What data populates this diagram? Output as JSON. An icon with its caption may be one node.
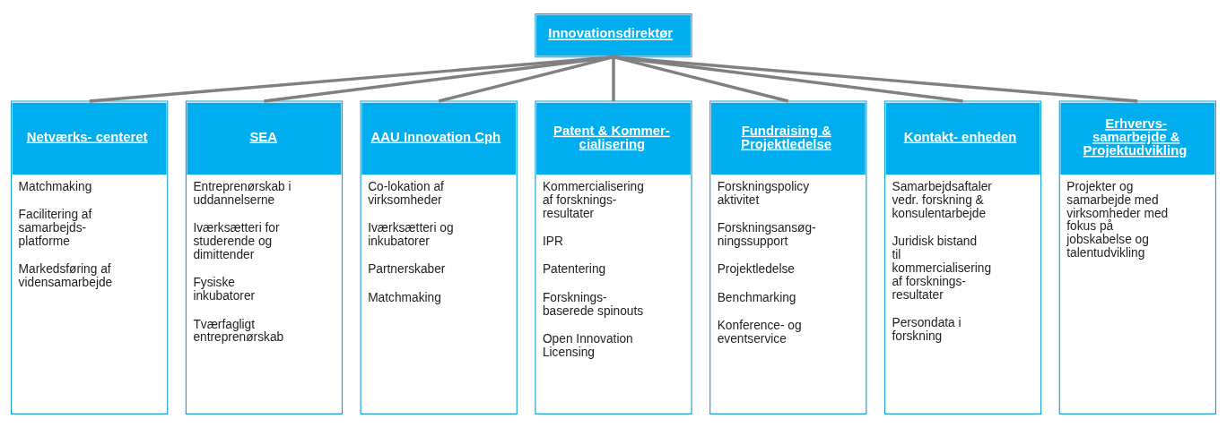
{
  "diagram": {
    "nodes": [
      {
        "text": [
          "Innovationsdirektør"
        ]
      },
      {
        "text": [
          "Netværks- centeret",
          "Matchmaking",
          "Facilitering af samarbejds- platforme",
          "Markedsføring af vidensamarbejde"
        ]
      },
      {
        "text": [
          "SEA",
          "Entreprenørskab i uddannelserne",
          "Iværksætteri for studerende og dimittender",
          "Fysiske inkubatorer",
          "Tværfagligt entreprenørskab"
        ]
      },
      {
        "text": [
          "AAU Innovation Cph",
          "Co-lokation af virksomheder",
          "Iværksætteri og inkubatorer",
          "Partnerskaber",
          "Matchmaking"
        ]
      },
      {
        "text": [
          "Patent & Kommer- cialisering",
          "Kommercialisering af forsknings- resultater",
          "IPR",
          "Patentering",
          "Forsknings- baserede spinouts",
          "Open Innovation Licensing"
        ]
      },
      {
        "text": [
          "Fundraising & Projektledelse",
          "Forskningspolicy aktivitet",
          "Forskningsansøg- ningssupport",
          "Projektledelse",
          "Benchmarking",
          "Konference- og eventservice"
        ]
      },
      {
        "text": [
          "Kontakt- enheden",
          "Samarbejdsaftaler vedr. forskning & konsulentarbejde",
          "Juridisk bistand til kommercialisering af forsknings- resultater",
          "Persondata i forskning"
        ]
      },
      {
        "text": [
          "Erhvervs- samarbejde & Projektudvikling",
          "Projekter og samarbejde med virksomheder med fokus på jobskabelse og talentudvikling"
        ]
      }
    ],
    "edges": [
      {
        "from": 0,
        "to": 1,
        "arrow": "none"
      },
      {
        "from": 0,
        "to": 2,
        "arrow": "none"
      },
      {
        "from": 0,
        "to": 3,
        "arrow": "none"
      },
      {
        "from": 0,
        "to": 4,
        "arrow": "none"
      },
      {
        "from": 0,
        "to": 5,
        "arrow": "none"
      },
      {
        "from": 0,
        "to": 6,
        "arrow": "none"
      },
      {
        "from": 0,
        "to": 7,
        "arrow": "none"
      }
    ]
  }
}
